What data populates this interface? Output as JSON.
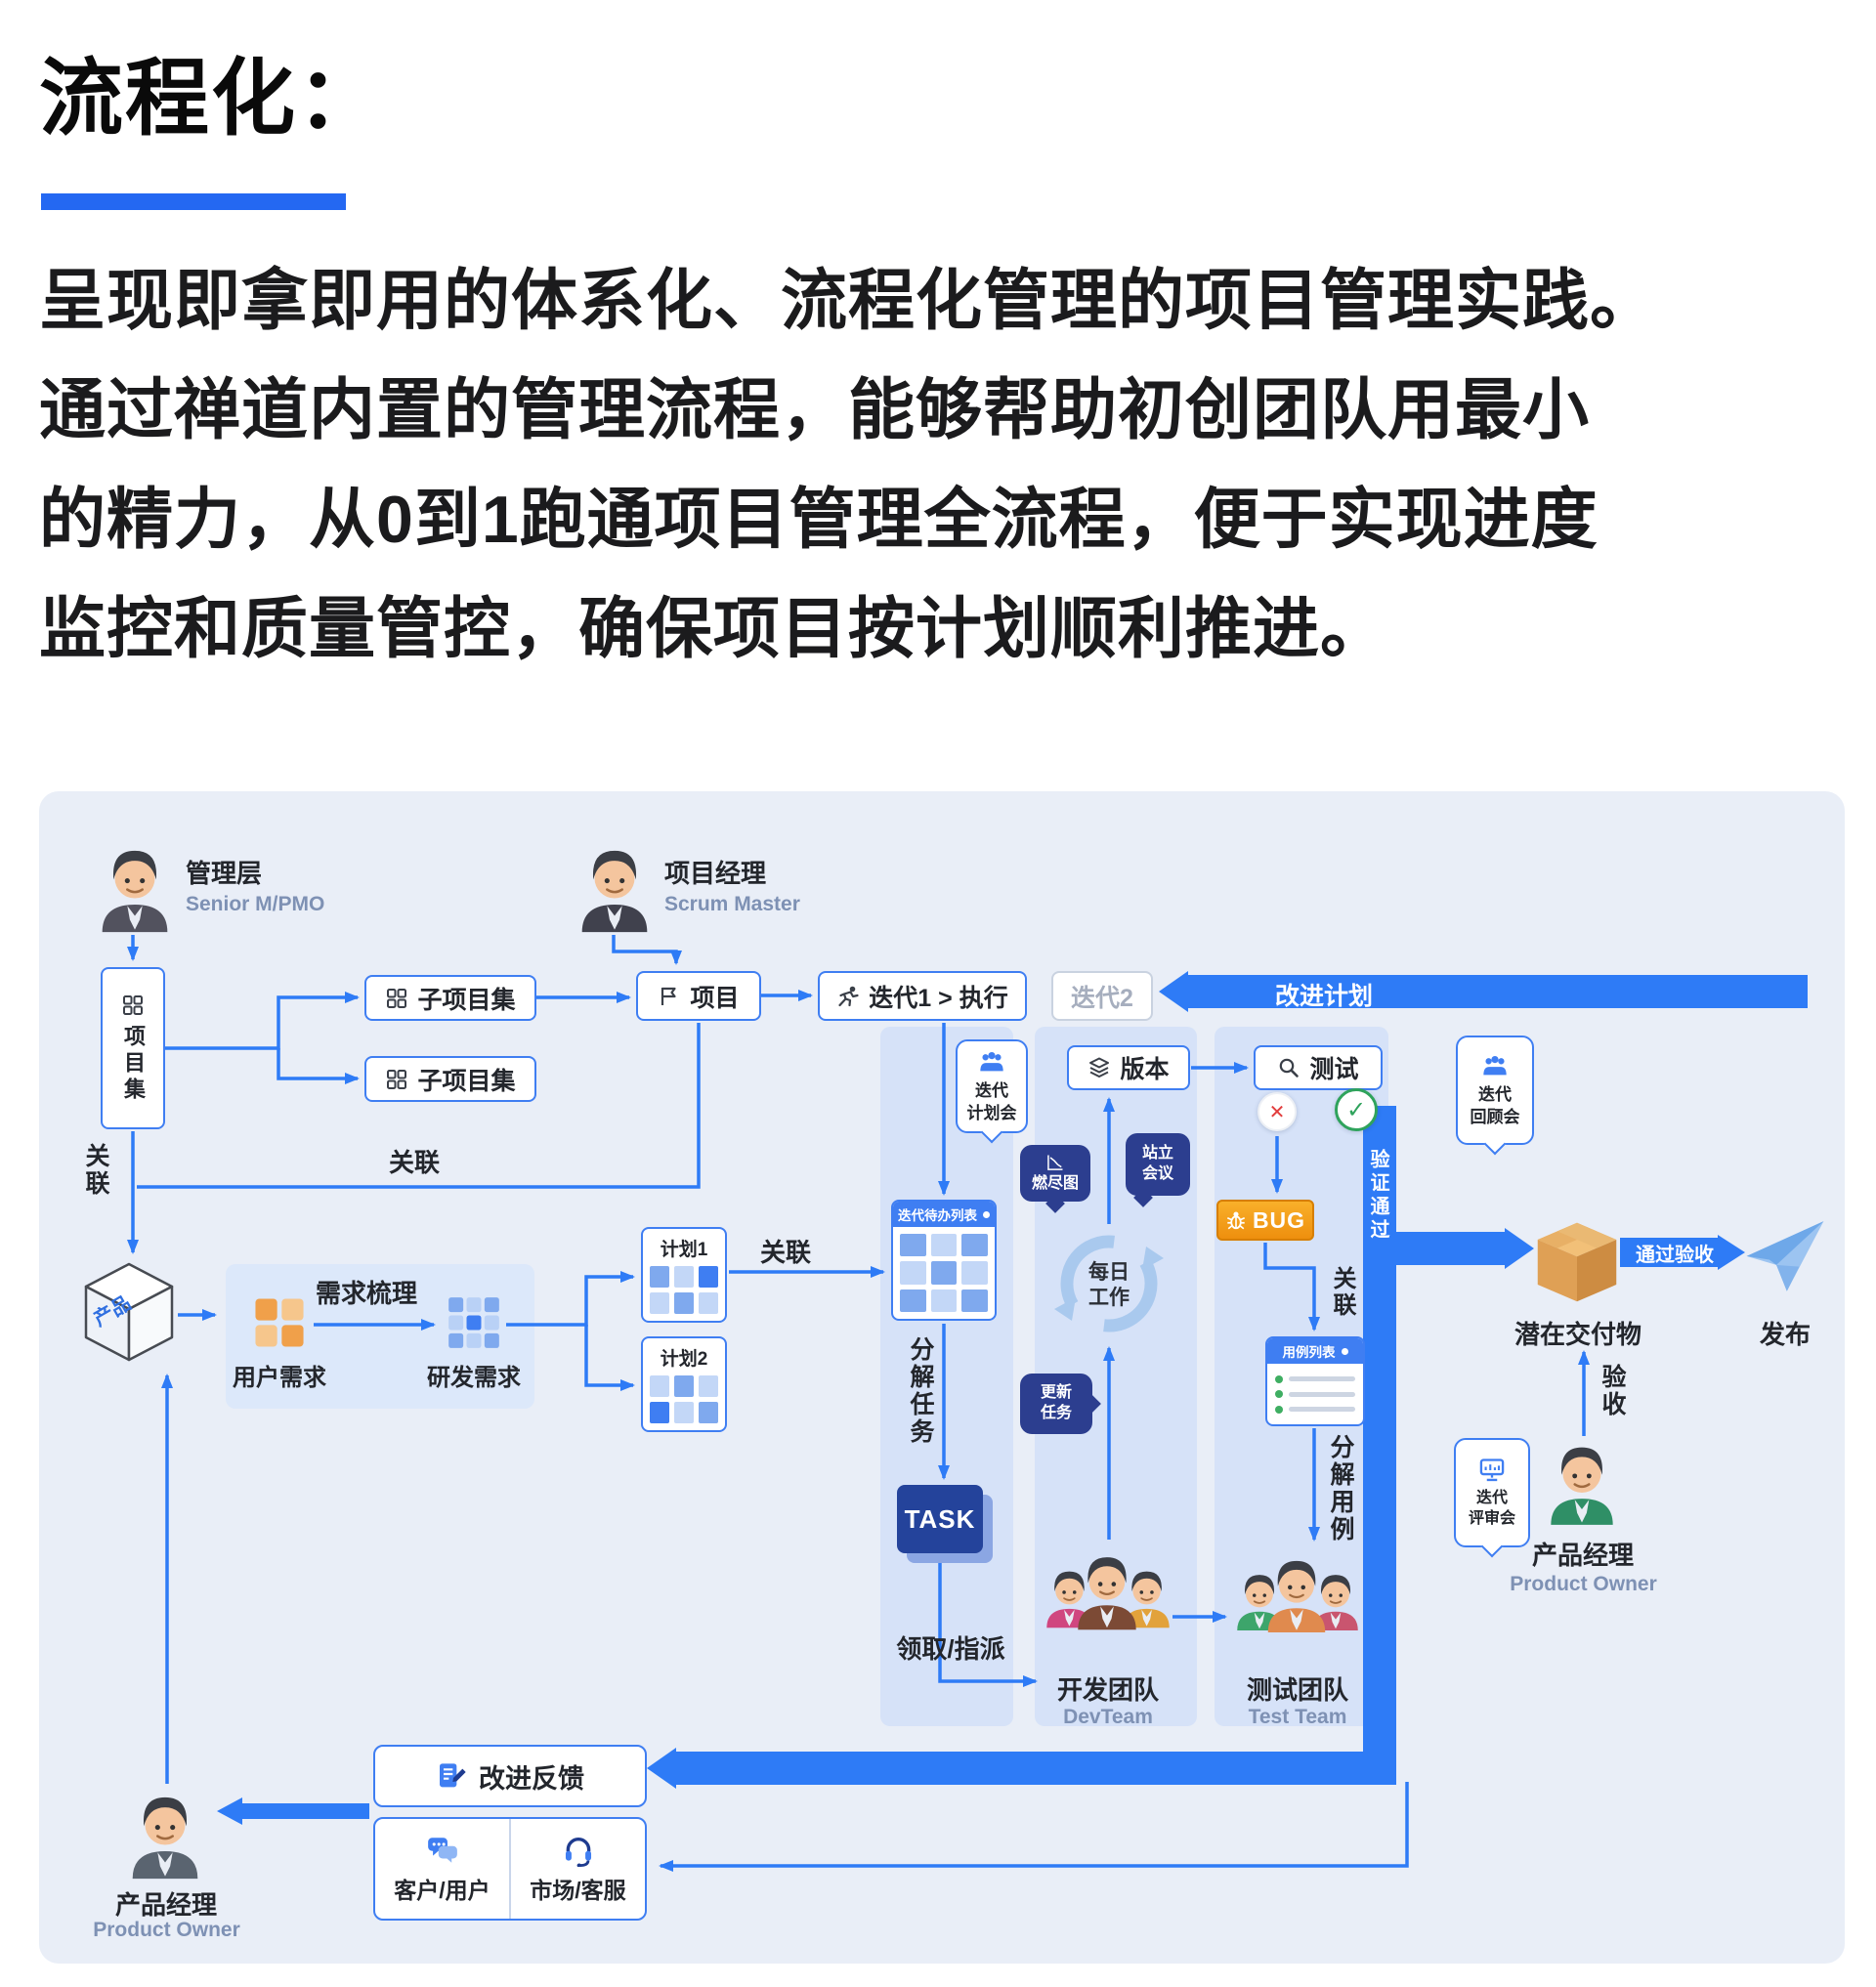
{
  "header": {
    "title": "流程化：",
    "lines": [
      "呈现即拿即用的体系化、流程化管理的项目管理实践。",
      "通过禅道内置的管理流程，能够帮助初创团队用最小",
      "的精力，从0到1跑通项目管理全流程，便于实现进度",
      "监控和质量管控，确保项目按计划顺利推进。"
    ]
  },
  "diagram": {
    "personas": {
      "mgmt": {
        "name": "管理层",
        "sub": "Senior M/PMO"
      },
      "pm": {
        "name": "项目经理",
        "sub": "Scrum Master"
      },
      "po_right": {
        "name": "产品经理",
        "sub": "Product Owner"
      },
      "po_bottom": {
        "name": "产品经理",
        "sub": "Product Owner"
      }
    },
    "teams": {
      "dev": {
        "name": "开发团队",
        "sub": "DevTeam"
      },
      "test": {
        "name": "测试团队",
        "sub": "Test Team"
      }
    },
    "nodes": {
      "program": "项目集",
      "subprogram": "子项目集",
      "project": "项目",
      "sprint1": "迭代1 > 执行",
      "sprint2": "迭代2",
      "version": "版本",
      "test": "测试",
      "bug": "BUG",
      "task": "TASK",
      "backlog": "迭代待办列表",
      "usecase": "用例列表",
      "plan1": "计划1",
      "plan2": "计划2",
      "product": "产品",
      "feedback": "改进反馈",
      "customer": "客户/用户",
      "market": "市场/客服",
      "deliverable": "潜在交付物",
      "release": "发布",
      "daily": "每日\n工作"
    },
    "bubbles": {
      "planning": "迭代\n计划会",
      "retro": "迭代\n回顾会",
      "review": "迭代\n评审会",
      "burndown": "燃尽图",
      "standup": "站立\n会议",
      "update": "更新\n任务"
    },
    "labels": {
      "improve_plan": "改进计划",
      "verify_pass": "验证通过",
      "accept_pass": "通过验收",
      "accept": "验收",
      "assoc": "关联",
      "decompose_task": "分解任务",
      "decompose_case": "分解用例",
      "claim": "领取/指派",
      "req_sort": "需求梳理",
      "user_req": "用户需求",
      "dev_req": "研发需求"
    },
    "marks": {
      "fail": "✕",
      "pass": "✓"
    },
    "colors": {
      "accent": "#2e7bf6",
      "navy": "#2c3e8f",
      "bug_orange": "#f3a01d"
    }
  }
}
